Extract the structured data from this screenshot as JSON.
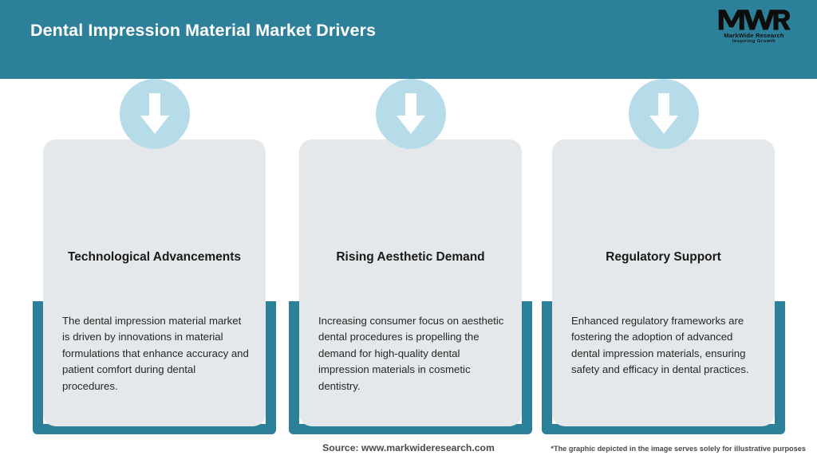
{
  "header": {
    "title": "Dental Impression Material Market Drivers",
    "background_color": "#2d8099",
    "title_color": "#ffffff",
    "logo": {
      "mark_text": "MWR",
      "name": "MarkWide Research",
      "tagline": "Inspiring Growth"
    }
  },
  "theme": {
    "teal": "#2d8099",
    "card_background": "#e4e8ea",
    "icon_circle": "#b6dcea",
    "arrow": "#ffffff",
    "page_background": "#ffffff"
  },
  "cards": [
    {
      "icon": "arrow-down-icon",
      "title": "Technological Advancements",
      "body": "The dental impression material market is driven by innovations in material formulations that enhance accuracy and patient comfort during dental procedures."
    },
    {
      "icon": "arrow-down-icon",
      "title": "Rising Aesthetic Demand",
      "body": "Increasing consumer focus on aesthetic dental procedures is propelling the demand for high-quality dental impression materials in cosmetic dentistry."
    },
    {
      "icon": "arrow-down-icon",
      "title": "Regulatory Support",
      "body": "Enhanced regulatory frameworks are fostering the adoption of advanced dental impression materials, ensuring safety and efficacy in dental practices."
    }
  ],
  "footer": {
    "source": "Source: www.markwideresearch.com",
    "note": "*The graphic depicted in the image serves solely for illustrative purposes"
  }
}
